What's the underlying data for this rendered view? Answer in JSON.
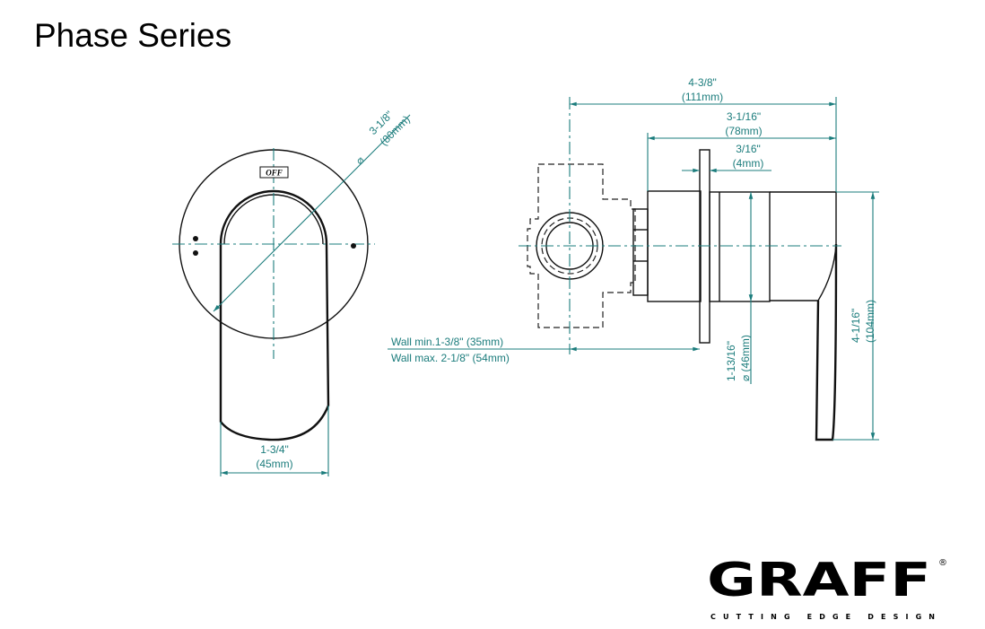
{
  "title": "Phase Series",
  "front_view": {
    "handle_marking": "OFF",
    "diameter": {
      "symbol": "⌀",
      "inch": "3-1/8\"",
      "mm": "(80mm)"
    },
    "handle_width": {
      "inch": "1-3/4\"",
      "mm": "(45mm)"
    }
  },
  "side_view": {
    "overall_depth": {
      "inch": "4-3/8\"",
      "mm": "(111mm)"
    },
    "trim_depth": {
      "inch": "3-1/16\"",
      "mm": "(78mm)"
    },
    "plate_thickness": {
      "inch": "3/16\"",
      "mm": "(4mm)"
    },
    "wall_min": "Wall min.1-3/8\" (35mm)",
    "wall_max": "Wall max. 2-1/8\" (54mm)",
    "body_diameter": {
      "inch": "1-13/16\"",
      "mm": "⌀ (46mm)"
    },
    "height": {
      "inch": "4-1/16\"",
      "mm": "(104mm)"
    }
  },
  "logo": {
    "brand": "GRAFF",
    "registered": "®",
    "tagline": "CUTTING EDGE DESIGN"
  },
  "colors": {
    "dimension": "#1b7c7c",
    "outline": "#111111"
  }
}
